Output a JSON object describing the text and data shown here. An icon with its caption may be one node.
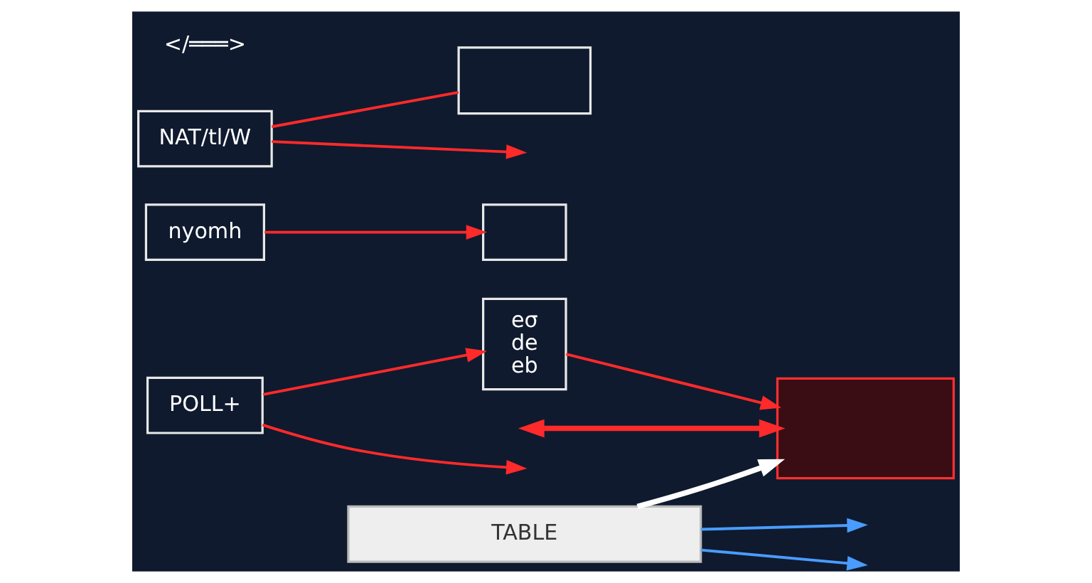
{
  "diagram": {
    "nodes": [
      {
        "text": [
          "TABLE"
        ]
      },
      {
        "text": [],
        "shape": "box"
      },
      {
        "text": [
          "POLL+"
        ]
      },
      {
        "text": [
          "eσ",
          "de",
          "eb"
        ]
      },
      {
        "text": [],
        "shape": "box"
      },
      {
        "text": [
          "nyomh"
        ]
      },
      {
        "text": [
          "NAT/tl/W"
        ]
      },
      {
        "text": [],
        "shape": "box"
      }
    ],
    "edges": [
      {
        "from": 0,
        "to": null,
        "arrow": "to",
        "color": "#4a9cff"
      },
      {
        "from": 0,
        "to": 1,
        "arrow": "to",
        "color": "#ffffff",
        "style": "thick"
      },
      {
        "from": 0,
        "to": null,
        "arrow": "to",
        "color": "#4a9cff"
      },
      {
        "from": 2,
        "to": null,
        "arrow": "to"
      },
      {
        "from": null,
        "to": 1,
        "arrow": "both",
        "style": "thick"
      },
      {
        "from": 6,
        "to": null,
        "arrow": "to"
      },
      {
        "from": 2,
        "to": 3,
        "arrow": "to"
      },
      {
        "from": 3,
        "to": 1,
        "arrow": "to"
      },
      {
        "from": 5,
        "to": 4,
        "arrow": "to"
      },
      {
        "from": 6,
        "to": 7,
        "arrow": "none"
      }
    ],
    "labels": [
      "</═══>"
    ]
  }
}
